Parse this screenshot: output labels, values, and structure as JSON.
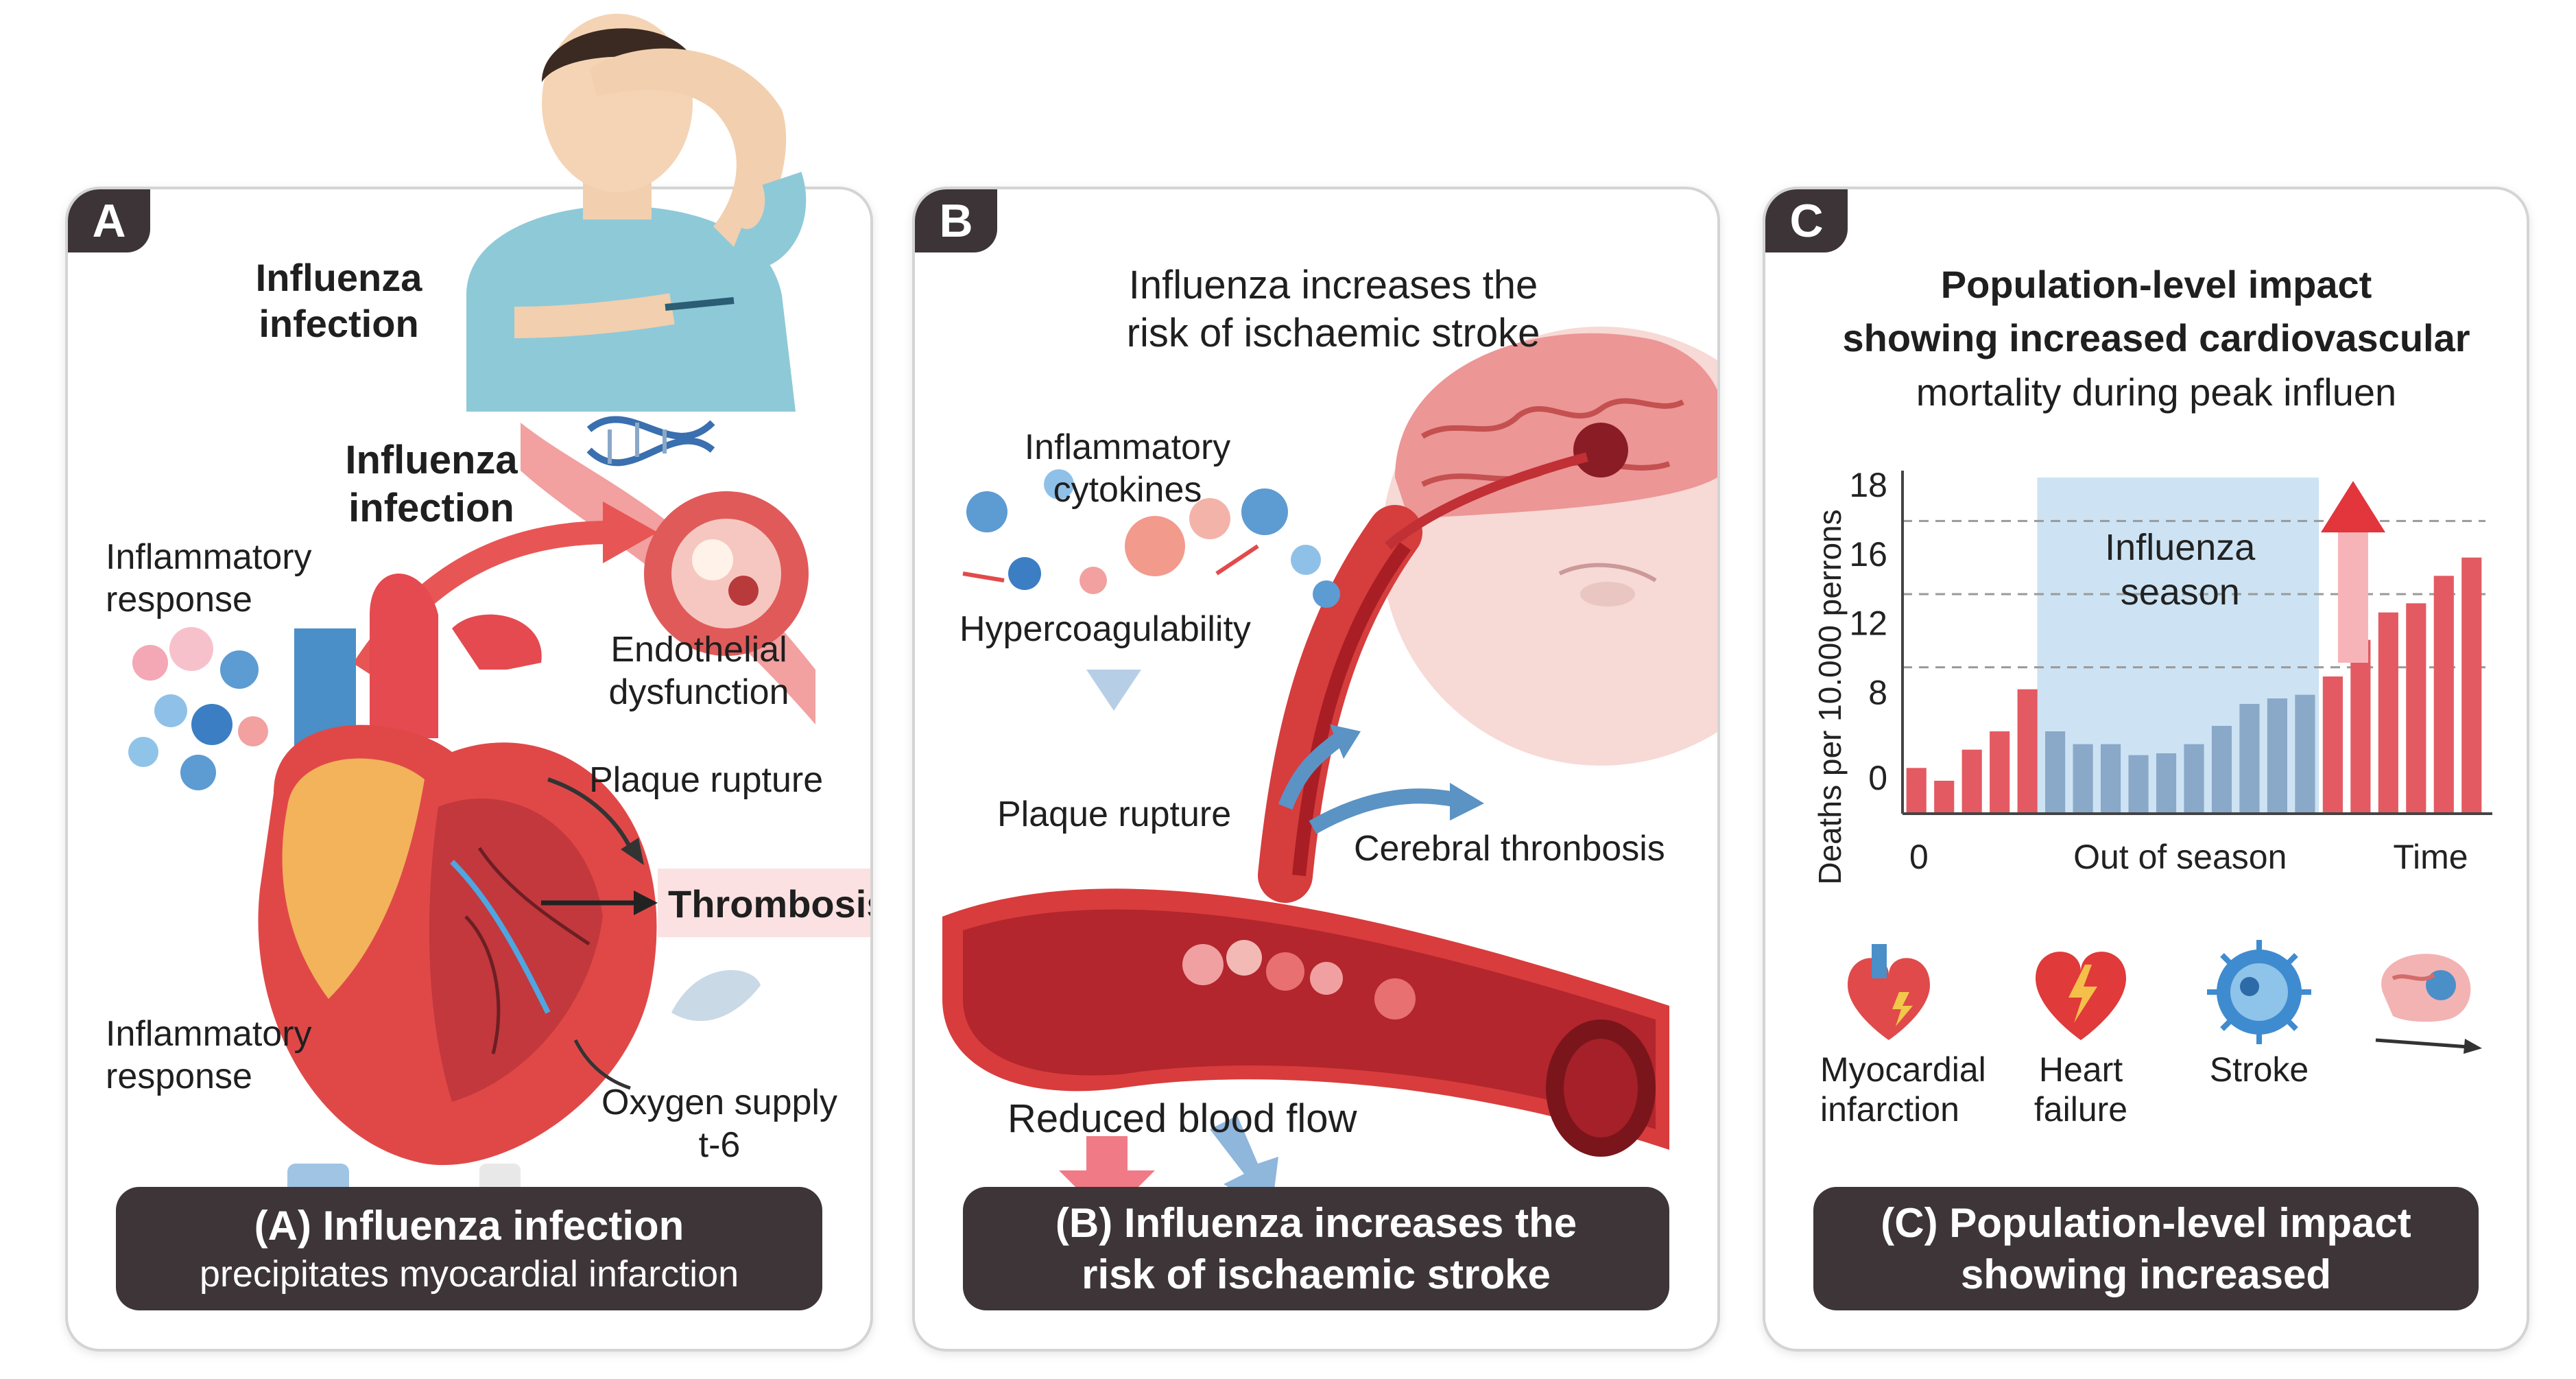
{
  "panel_a": {
    "letter": "A",
    "title": [
      "Influenza",
      "infection"
    ],
    "labels": {
      "influenza_infection_2": [
        "Influenza",
        "infection"
      ],
      "inflammatory_response_top": [
        "Inflammatory",
        "response"
      ],
      "endothelial": [
        "Endothelial",
        "dysfunction"
      ],
      "plaque_rupture": "Plaque rupture",
      "thrombosis": "Thrombosis",
      "inflammatory_response_bottom": [
        "Inflammatory",
        "response"
      ],
      "oxygen_supply": [
        "Oxygen supply",
        "t-6"
      ]
    },
    "caption": [
      "(A)  Influenza infection",
      "precipitates myocardial infarction"
    ]
  },
  "panel_b": {
    "letter": "B",
    "title": [
      "Influenza increases the",
      "risk of ischaemic stroke"
    ],
    "labels": {
      "cytokines": [
        "Inflammatory",
        "cytokines"
      ],
      "hypercoagulability": "Hypercoagulability",
      "plaque_rupture": "Plaque rupture",
      "cerebral": "Cerebral thronbosis",
      "reduced_flow": "Reduced blood flow"
    },
    "caption": [
      "(B)  Influenza increases the",
      "risk of ischaemic stroke"
    ]
  },
  "panel_c": {
    "letter": "C",
    "title": [
      "Population-level impact",
      "showing increased cardiovascular",
      "mortality during peak influen"
    ],
    "icons": [
      {
        "name": "myocardial-infarction-icon",
        "label": [
          "Myocardial",
          "infarction"
        ]
      },
      {
        "name": "heart-failure-icon",
        "label": [
          "Heart",
          "failure"
        ]
      },
      {
        "name": "stroke-icon",
        "label": [
          "Stroke"
        ]
      },
      {
        "name": "brain-icon",
        "label": []
      }
    ],
    "caption": [
      "(C)  Population-level impact",
      "showing increased"
    ]
  },
  "chart_data": {
    "type": "bar",
    "ylabel": "Deaths per 10.000 perrons",
    "yticks": [
      "0",
      "8",
      "12",
      "16",
      "18"
    ],
    "x_tick_left": "0",
    "x_label_middle": "Out of season",
    "x_label_right": "Time",
    "season_label": [
      "Influenza",
      "season"
    ],
    "values": [
      2.5,
      1.8,
      3.5,
      4.5,
      6.8,
      4.5,
      3.8,
      3.8,
      3.2,
      3.3,
      3.8,
      4.8,
      6.0,
      6.3,
      6.5,
      7.5,
      9.5,
      11.0,
      11.5,
      13.0,
      14.0
    ],
    "season_range": [
      5,
      14
    ],
    "colors": {
      "off_season": "#e45a62",
      "season_bars": "#8aa8c8",
      "season_band": "#cde3f3"
    }
  }
}
